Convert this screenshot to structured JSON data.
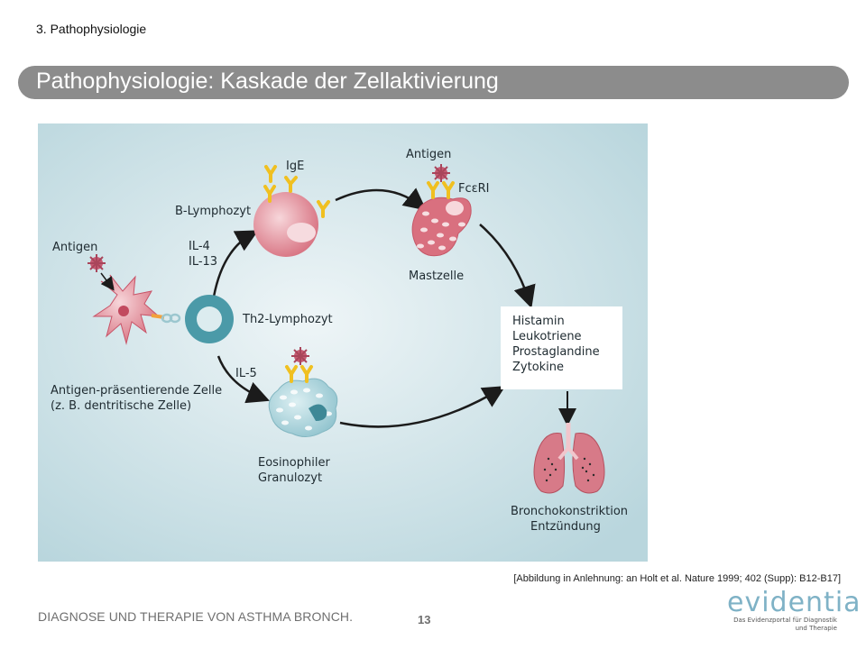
{
  "header": {
    "section": "3. Pathophysiologie",
    "title": "Pathophysiologie: Kaskade der Zellaktivierung"
  },
  "diagram": {
    "labels": {
      "antigen_apc": "Antigen",
      "apc_line1": "Antigen-präsentierende Zelle",
      "apc_line2": "(z. B. dentritische Zelle)",
      "il4": "IL-4",
      "il13": "IL-13",
      "b_lymphocyte": "B-Lymphozyt",
      "ige": "IgE",
      "antigen_mast": "Antigen",
      "fcer": "FcεRI",
      "mast_cell": "Mastzelle",
      "th2": "Th2-Lymphozyt",
      "il5": "IL-5",
      "eos_line1": "Eosinophiler",
      "eos_line2": "Granulozyt",
      "broncho_line1": "Bronchokonstriktion",
      "broncho_line2": "Entzündung"
    },
    "mediators": [
      "Histamin",
      "Leukotriene",
      "Prostaglandine",
      "Zytokine"
    ]
  },
  "citation": "[Abbildung in Anlehnung: an Holt et al. Nature 1999; 402 (Supp): B12-B17]",
  "footer": {
    "text": "DIAGNOSE UND THERAPIE VON ASTHMA BRONCH.",
    "page": "13"
  },
  "logo": {
    "word": "evidentia",
    "tagline_1": "Das Evidenzportal für Diagnostik",
    "tagline_2": "und Therapie"
  }
}
